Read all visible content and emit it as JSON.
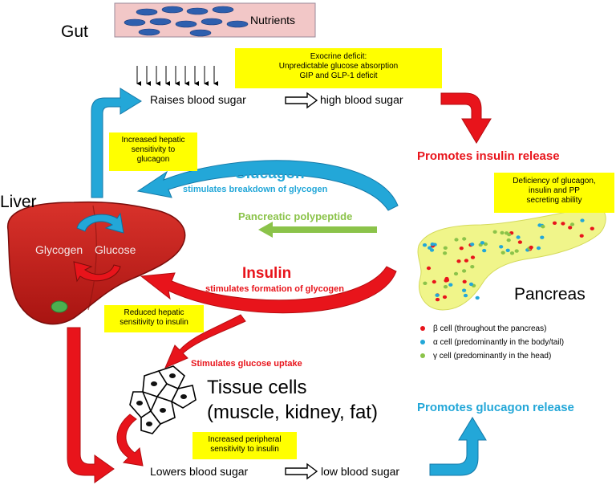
{
  "gut": {
    "label": "Gut",
    "nutrients_label": "Nutrients"
  },
  "top_flow": {
    "start": "Raises blood sugar",
    "end": "high blood sugar"
  },
  "notes": {
    "exocrine": [
      "Exocrine deficit:",
      "Unpredictable glucose absorption",
      "GIP and GLP-1 deficit"
    ],
    "hepatic_glucagon": [
      "Increased hepatic",
      "sensitivity to",
      "glucagon"
    ],
    "deficiency": [
      "Deficiency of glucagon,",
      "insulin and PP",
      "secreting ability"
    ],
    "reduced_insulin": [
      "Reduced hepatic",
      "sensitivity to  insulin"
    ],
    "peripheral": [
      "Increased peripheral",
      "sensitivity to  insulin"
    ]
  },
  "promotes_insulin": "Promotes insulin release",
  "promotes_glucagon": "Promotes glucagon release",
  "liver": {
    "label": "Liver",
    "glycogen": "Glycogen",
    "glucose": "Glucose"
  },
  "glucagon": {
    "title": "Glucagon",
    "subtitle": "stimulates breakdown of glycogen"
  },
  "pp": {
    "label": "Pancreatic polypeptide"
  },
  "insulin": {
    "title": "Insulin",
    "subtitle": "stimulates formation of glycogen"
  },
  "uptake": "Stimulates glucose uptake",
  "tissue": {
    "line1": "Tissue cells",
    "line2": "(muscle, kidney, fat)"
  },
  "pancreas": {
    "label": "Pancreas"
  },
  "legend": [
    {
      "symbol": "β",
      "text": " cell (throughout the pancreas)",
      "color": "#e8141b"
    },
    {
      "symbol": "α",
      "text": " cell (predominantly in the body/tail)",
      "color": "#23a7d8"
    },
    {
      "symbol": "γ",
      "text": " cell (predominantly in the head)",
      "color": "#8bc34a"
    }
  ],
  "bottom_flow": {
    "start": "Lowers blood sugar",
    "end": "low blood sugar"
  },
  "colors": {
    "red": "#e8141b",
    "blue": "#23a7d8",
    "green": "#8bc34a",
    "note_bg": "#ffff00",
    "liver": "#c8201c"
  }
}
